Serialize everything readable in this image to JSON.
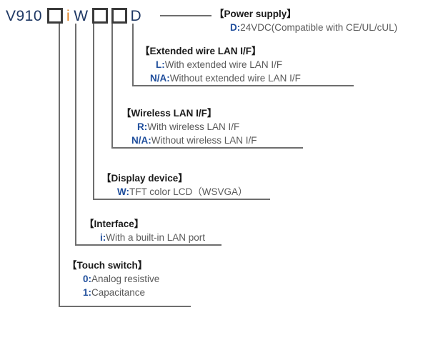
{
  "model": {
    "prefix": "V910",
    "interface_char": "i",
    "display_char": "W",
    "power_char": "D",
    "box_label": "blank-option-box"
  },
  "sections": [
    {
      "id": "power-supply",
      "title": "【Power supply】",
      "options": [
        {
          "code": "D:",
          "desc": "24VDC(Compatible with CE/UL/cUL)"
        }
      ]
    },
    {
      "id": "extended-wire-lan",
      "title": "【Extended wire LAN I/F】",
      "options": [
        {
          "code": "L:",
          "desc": "With extended wire LAN I/F"
        },
        {
          "code": "N/A:",
          "desc": "Without extended wire LAN I/F"
        }
      ]
    },
    {
      "id": "wireless-lan",
      "title": "【Wireless LAN I/F】",
      "options": [
        {
          "code": "R:",
          "desc": "With wireless LAN I/F"
        },
        {
          "code": "N/A:",
          "desc": "Without wireless LAN I/F"
        }
      ]
    },
    {
      "id": "display-device",
      "title": "【Display device】",
      "options": [
        {
          "code": "W:",
          "desc": "TFT color LCD（WSVGA）"
        }
      ]
    },
    {
      "id": "interface",
      "title": "【Interface】",
      "options": [
        {
          "code": "i:",
          "desc": "With a built-in LAN port"
        }
      ]
    },
    {
      "id": "touch-switch",
      "title": "【Touch switch】",
      "options": [
        {
          "code": "0:",
          "desc": "Analog resistive"
        },
        {
          "code": "1:",
          "desc": "Capacitance"
        }
      ]
    }
  ],
  "colors": {
    "model_text": "#1f3864",
    "accent": "#e08020",
    "code": "#1f4e9c",
    "description": "#5a5a5a",
    "title": "#1a1a1a",
    "line": "#6e6e6e",
    "box_border": "#3a3a3a"
  }
}
